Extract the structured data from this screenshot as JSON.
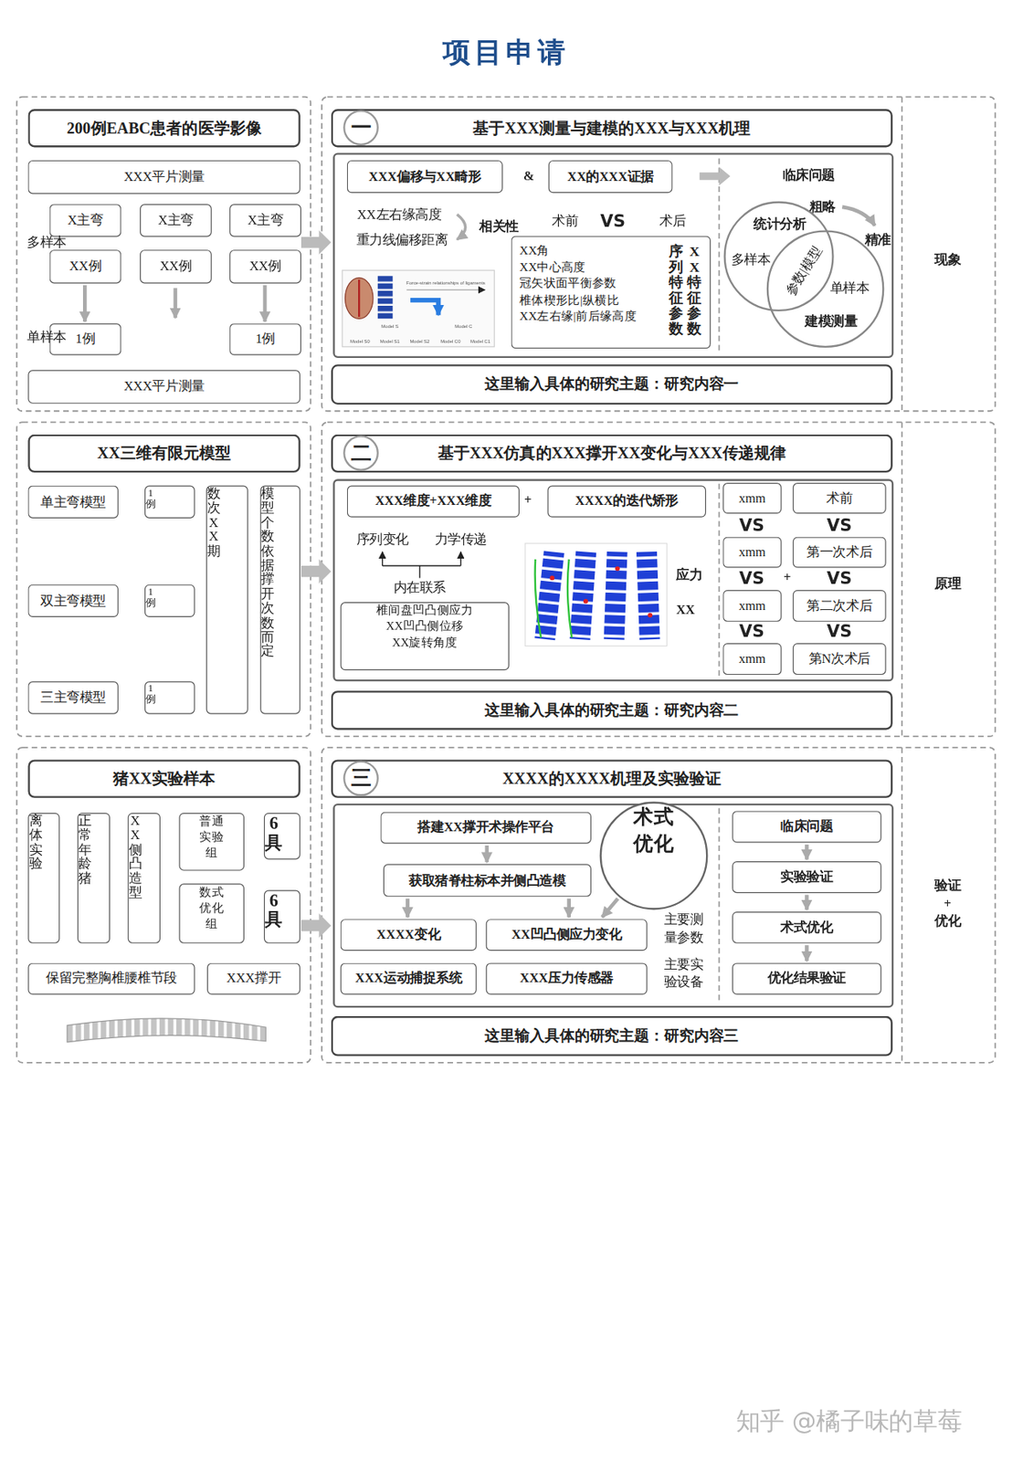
{
  "diagram": {
    "title": "项目申请",
    "nodes": [
      {
        "text": [
          "200例EABC患者的医学影像"
        ]
      },
      {
        "text": [
          "XXX平片测量"
        ]
      },
      {
        "text": [
          "X主弯"
        ]
      },
      {
        "text": [
          "X主弯"
        ]
      },
      {
        "text": [
          "X主弯"
        ]
      },
      {
        "text": [
          "XX例"
        ]
      },
      {
        "text": [
          "XX例"
        ]
      },
      {
        "text": [
          "XX例"
        ]
      },
      {
        "text": [
          "1例"
        ]
      },
      {
        "text": [
          "1例"
        ]
      },
      {
        "text": [
          "XXX平片测量"
        ]
      },
      {
        "text": [
          "基于XXX测量与建模的XXX与XXX机理"
        ]
      },
      {
        "text": [
          "一"
        ],
        "in": 11
      },
      {
        "text": [
          "XXX偏移与XX畸形"
        ]
      },
      {
        "text": [
          "XX的XXX证据"
        ]
      },
      {
        "text": [
          "XX角 XX中心高度 冠矢状面平衡参数 椎体楔形比|纵横比 XX左右缘|前后缘高度",
          "序列特征参数",
          "XX特征参数"
        ]
      },
      {
        "text": [
          "这里输入具体的研究主题：研究内容一"
        ]
      },
      {
        "text": [
          "XX三维有限元模型"
        ]
      },
      {
        "text": [
          "单主弯模型"
        ]
      },
      {
        "text": [
          "1例"
        ]
      },
      {
        "text": [
          "双主弯模型"
        ]
      },
      {
        "text": [
          "1例"
        ]
      },
      {
        "text": [
          "三主弯模型"
        ]
      },
      {
        "text": [
          "1例"
        ]
      },
      {
        "text": [
          "数次XX期"
        ]
      },
      {
        "text": [
          "模型个数依据撑开次数而定"
        ]
      },
      {
        "text": [
          "基于XXX仿真的XXX撑开XX变化与XXX传递规律"
        ]
      },
      {
        "text": [
          "二"
        ],
        "in": 26
      },
      {
        "text": [
          "XXX维度+XXX维度"
        ]
      },
      {
        "text": [
          "XXXX的迭代矫形"
        ]
      },
      {
        "text": [
          "椎间盘凹凸侧应力 XX凹凸侧位移 XX旋转角度"
        ]
      },
      {
        "text": [
          "xmm"
        ]
      },
      {
        "text": [
          "术前"
        ]
      },
      {
        "text": [
          "xmm"
        ]
      },
      {
        "text": [
          "第一次术后"
        ]
      },
      {
        "text": [
          "xmm"
        ]
      },
      {
        "text": [
          "第二次术后"
        ]
      },
      {
        "text": [
          "xmm"
        ]
      },
      {
        "text": [
          "第N次术后"
        ]
      },
      {
        "text": [
          "这里输入具体的研究主题：研究内容二"
        ]
      },
      {
        "text": [
          "猪XX实验样本"
        ]
      },
      {
        "text": [
          "离体实验"
        ]
      },
      {
        "text": [
          "正常年龄猪"
        ]
      },
      {
        "text": [
          "XX侧凸造型"
        ]
      },
      {
        "text": [
          "普通 实验 组"
        ]
      },
      {
        "text": [
          "6具"
        ]
      },
      {
        "text": [
          "数式 优化 组"
        ]
      },
      {
        "text": [
          "6具"
        ]
      },
      {
        "text": [
          "保留完整胸椎腰椎节段"
        ]
      },
      {
        "text": [
          "XXX撑开"
        ]
      },
      {
        "text": [
          "XXXX的XXXX机理及实验验证"
        ]
      },
      {
        "text": [
          "三"
        ],
        "in": 50
      },
      {
        "text": [
          "搭建XX撑开术操作平台"
        ]
      },
      {
        "text": [
          "术式 优化"
        ]
      },
      {
        "text": [
          "获取猪脊柱标本并侧凸造模"
        ]
      },
      {
        "text": [
          "XXXX变化"
        ]
      },
      {
        "text": [
          "XX凹凸侧应力变化"
        ]
      },
      {
        "text": [
          "XXX运动捕捉系统"
        ]
      },
      {
        "text": [
          "XXX压力传感器"
        ]
      },
      {
        "text": [
          "临床问题"
        ]
      },
      {
        "text": [
          "实验验证"
        ]
      },
      {
        "text": [
          "术式优化"
        ]
      },
      {
        "text": [
          "优化结果验证"
        ]
      },
      {
        "text": [
          "这里输入具体的研究主题：研究内容三"
        ]
      }
    ],
    "edges": [
      {
        "from": 5,
        "to": 8,
        "arrow": "to"
      },
      {
        "from": 7,
        "to": 9,
        "arrow": "to"
      },
      {
        "from": 52,
        "to": 54,
        "arrow": "to"
      },
      {
        "from": 54,
        "to": 55,
        "arrow": "to"
      },
      {
        "from": 54,
        "to": 56,
        "arrow": "to"
      },
      {
        "from": 53,
        "to": 56,
        "arrow": "to"
      },
      {
        "from": 59,
        "to": 60,
        "arrow": "to"
      },
      {
        "from": 60,
        "to": 61,
        "arrow": "to"
      },
      {
        "from": 61,
        "to": 62,
        "arrow": "to"
      }
    ],
    "labels": [
      "多样本",
      "单样本",
      "&",
      "临床问题",
      "XX左右缘高度",
      "重力线偏移距离",
      "相关性",
      "术前",
      "VS",
      "术后",
      "统计分析",
      "粗略",
      "精准",
      "多样本",
      "参数|模型",
      "单样本",
      "建模测量",
      "现象",
      "Force-strain relationships of ligaments",
      "Model S",
      "Model C",
      "Model S0",
      "Model S1",
      "Model S2",
      "Model C0",
      "Model C1",
      "+",
      "序列变化",
      "力学传递",
      "内在联系",
      "应力",
      "XX",
      "VS",
      "VS",
      "VS",
      "+",
      "VS",
      "VS",
      "VS",
      "原理",
      "主要测 量参数",
      "主要实 验设备",
      "验证 + 优化",
      "知乎 @橘子味的草莓"
    ]
  }
}
